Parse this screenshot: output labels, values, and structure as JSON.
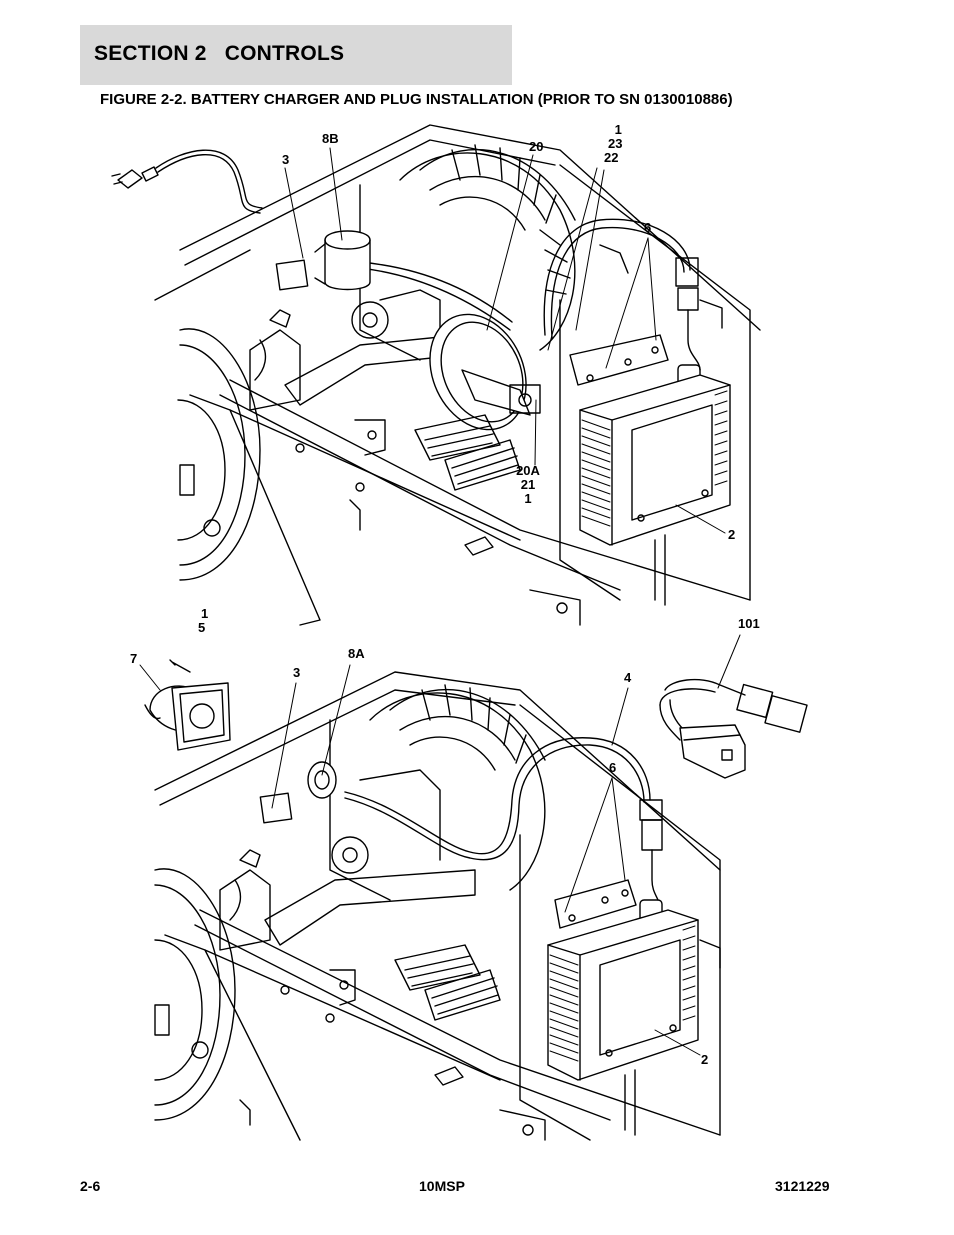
{
  "header": {
    "section_title": "SECTION 2   CONTROLS",
    "figure_caption": "FIGURE 2-2. BATTERY CHARGER AND PLUG INSTALLATION (PRIOR TO SN 0130010886)"
  },
  "callouts_top": {
    "c3": "3",
    "c8b": "8B",
    "c20": "20",
    "c1_23_22": [
      "1",
      "23",
      "22"
    ],
    "c6": "6",
    "c20a_21_1": [
      "20A",
      "21",
      "1"
    ],
    "c2": "2"
  },
  "callouts_bottom": {
    "c1_5": [
      "1",
      "5"
    ],
    "c7": "7",
    "c3": "3",
    "c8a": "8A",
    "c4": "4",
    "c101": "101",
    "c6": "6",
    "c2": "2"
  },
  "footer": {
    "page_number": "2-6",
    "model": "10MSP",
    "manual_number": "3121229"
  }
}
